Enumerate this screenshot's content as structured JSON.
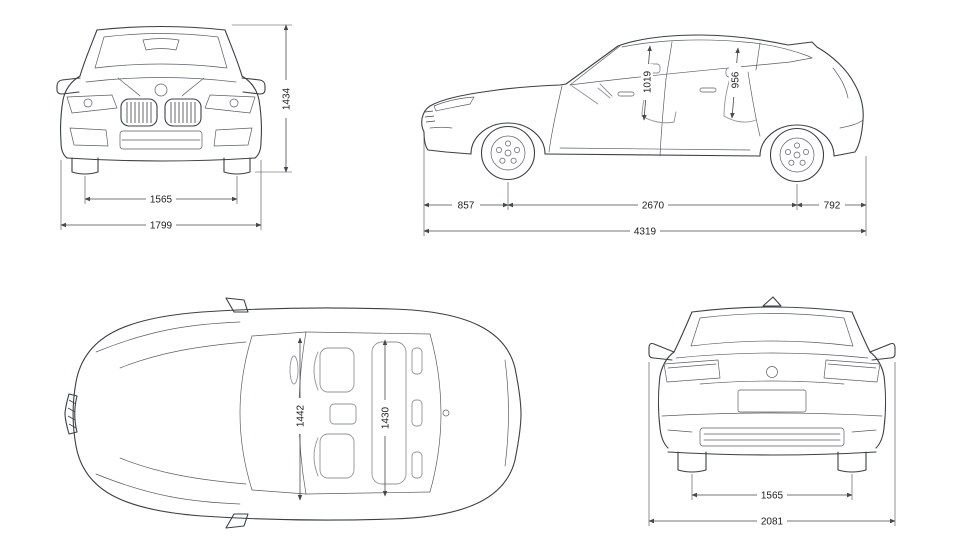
{
  "colors": {
    "outline": "#3a4045",
    "dimension": "#45494d",
    "interior": "#8f949a",
    "background": "#ffffff"
  },
  "views": {
    "front": {
      "dimensions": {
        "overall_height": "1434",
        "front_track": "1565",
        "overall_width": "1799"
      }
    },
    "side": {
      "dimensions": {
        "front_headroom": "1019",
        "rear_headroom": "956",
        "front_overhang": "857",
        "wheelbase": "2670",
        "rear_overhang": "792",
        "overall_length": "4319"
      }
    },
    "top": {
      "dimensions": {
        "front_interior_width": "1442",
        "rear_interior_width": "1430"
      }
    },
    "rear": {
      "dimensions": {
        "rear_track": "1565",
        "width_incl_mirrors": "2081"
      }
    }
  }
}
